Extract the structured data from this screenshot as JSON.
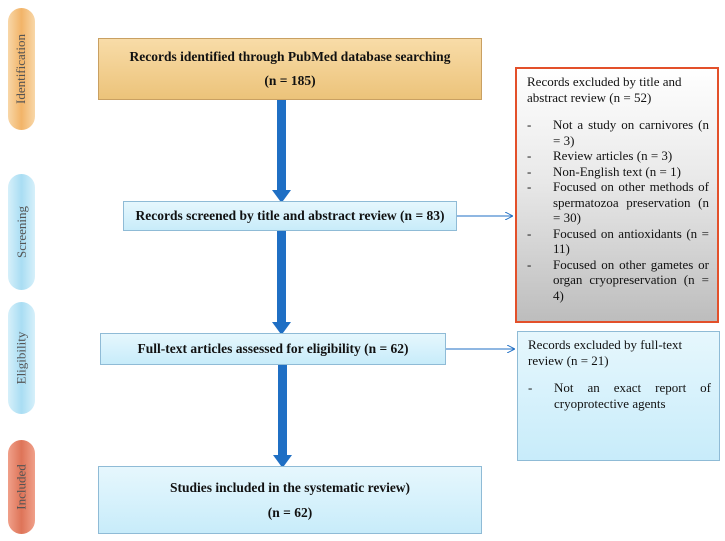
{
  "stages": {
    "identification": "Identification",
    "screening": "Screening",
    "eligibility": "Eligibility",
    "included": "Included"
  },
  "boxes": {
    "identified": {
      "line1": "Records identified through PubMed database searching",
      "line2": "(n = 185)"
    },
    "screened": "Records screened by title and abstract review (n = 83)",
    "eligible": "Full-text articles assessed for eligibility (n = 62)",
    "included": {
      "line1": "Studies included in the systematic review)",
      "line2": "(n = 62)"
    }
  },
  "excluded_abstract": {
    "title": "Records excluded by title and abstract review (n = 52)",
    "items": [
      "Not a study on carnivores (n = 3)",
      "Review articles (n = 3)",
      "Non-English text (n = 1)",
      "Focused on other methods of spermatozoa preservation (n = 30)",
      "Focused on antioxidants (n = 11)",
      "Focused on other gametes or organ cryopreservation (n = 4)"
    ]
  },
  "excluded_fulltext": {
    "title": "Records excluded by full-text review (n = 21)",
    "items": [
      "Not an exact report of cryoprotective agents"
    ]
  },
  "colors": {
    "arrow": "#1f6fc4",
    "identification_fill": "#f2b468",
    "included_fill": "#de7458",
    "exclusion_border": "#e3502a",
    "box_border": "#8fbbd6"
  }
}
